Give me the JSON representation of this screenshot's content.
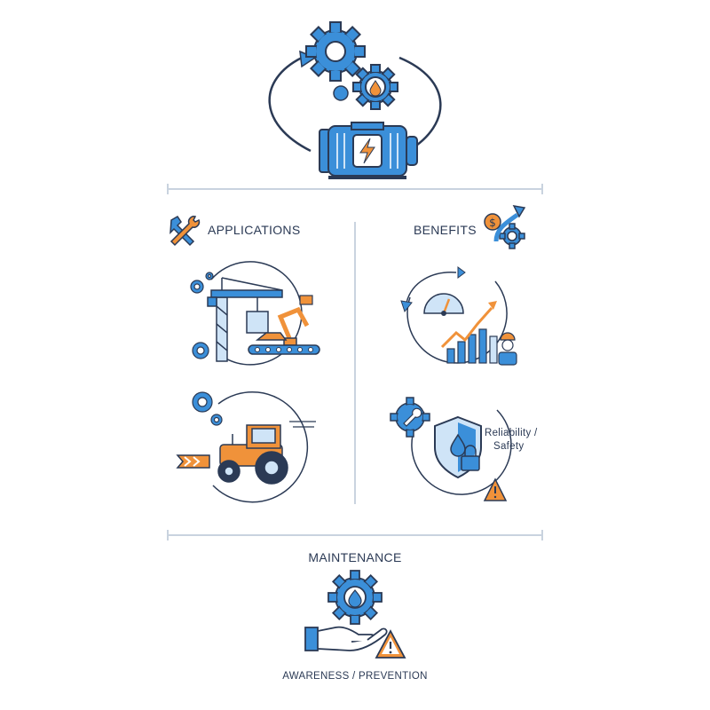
{
  "sections": {
    "applications": {
      "title": "APPLICATIONS"
    },
    "benefits": {
      "title": "BENEFITS",
      "reliability_label_line1": "Reliability /",
      "reliability_label_line2": "Safety"
    },
    "maintenance": {
      "title": "MAINTENANCE",
      "caption": "AWARENESS / PREVENTION"
    }
  },
  "colors": {
    "blue": "#3b8fd9",
    "light_blue": "#cfe4f7",
    "orange": "#f0923a",
    "navy": "#2b3a55",
    "grey": "#c9d3df"
  },
  "icons": [
    "gear-icon",
    "oil-drop-icon",
    "electric-motor-icon",
    "cycle-arrows-icon",
    "tools-icon",
    "money-growth-icon",
    "crane-icon",
    "robot-arm-icon",
    "tractor-icon",
    "speedometer-icon",
    "bar-chart-icon",
    "worker-icon",
    "shield-icon",
    "lock-icon",
    "warning-icon",
    "hand-icon"
  ]
}
